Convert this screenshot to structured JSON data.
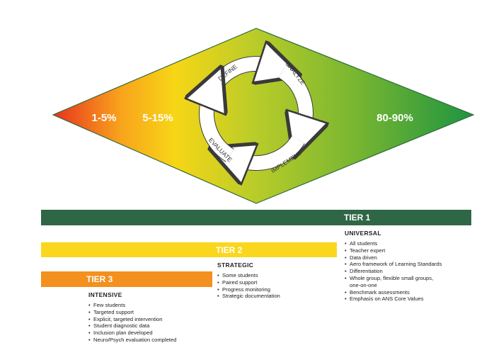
{
  "diagram": {
    "percent_labels": [
      "1-5%",
      "5-15%",
      "80-90%"
    ],
    "cycle_steps": [
      "DEFINE",
      "ANALYZE",
      "IMPLEMENT",
      "EVALUATE"
    ],
    "colors": {
      "gradient_start": "#e8321e",
      "gradient_mid": "#f7d616",
      "gradient_green": "#8fbf2e",
      "gradient_end": "#1e9440",
      "outline": "#2f6b3a"
    }
  },
  "tiers": [
    {
      "label": "TIER 1",
      "color": "#2f6646",
      "heading": "UNIVERSAL",
      "items": [
        "All students",
        "Teacher expert",
        "Data driven",
        "Aero framework of Learning Standards",
        "Differentiation",
        "Whole group, flexible small groups,",
        "one-on-one",
        "Benchmark assessments",
        "Emphasis on ANS Core Values"
      ]
    },
    {
      "label": "TIER 2",
      "color": "#fad71c",
      "heading": "STRATEGIC",
      "items": [
        "Some students",
        "Paired support",
        "Progress monitoring",
        "Strategic documentation"
      ]
    },
    {
      "label": "TIER 3",
      "color": "#f3901e",
      "heading": "INTENSIVE",
      "items": [
        "Few students",
        "Targeted support",
        "Explicit, targeted intervention",
        "Student diagnostic data",
        "Inclusion plan developed",
        "Neuro/Psych evaluation completed"
      ]
    }
  ]
}
